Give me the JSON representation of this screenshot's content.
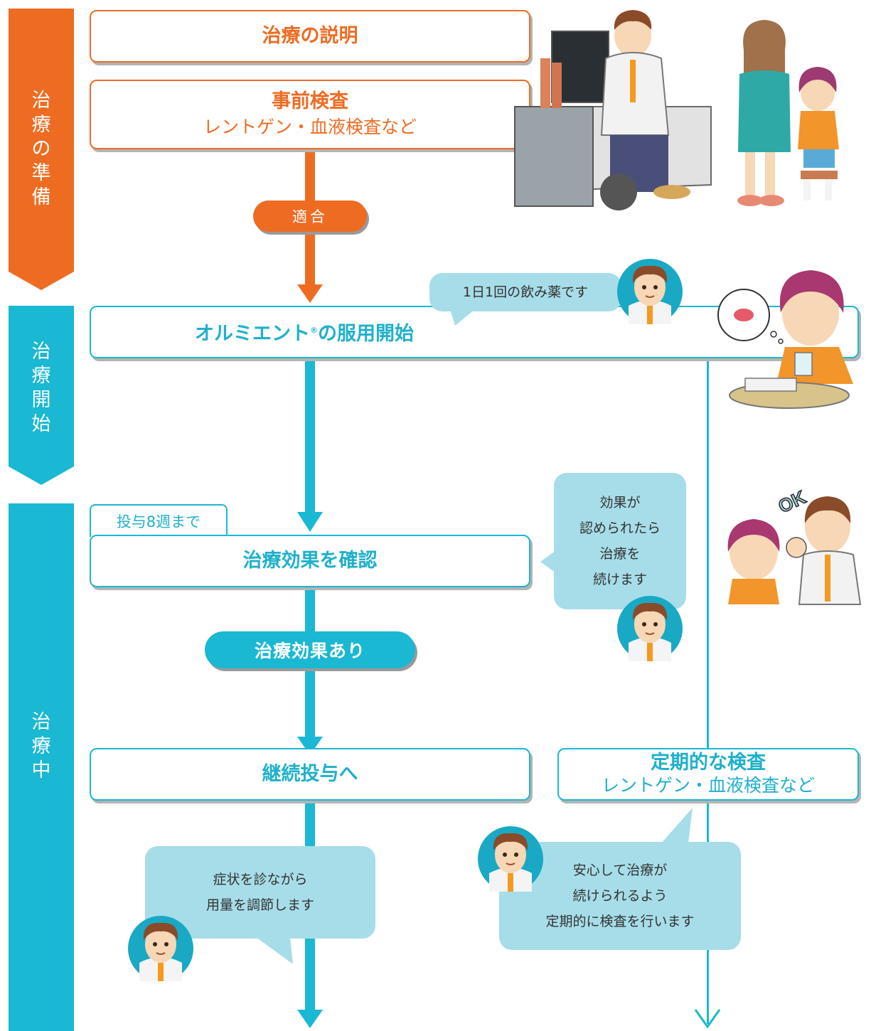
{
  "phases": {
    "prep": [
      "治",
      "療",
      "の",
      "準",
      "備"
    ],
    "start": [
      "治",
      "療",
      "開",
      "始"
    ],
    "during": [
      "治",
      "療",
      "中"
    ]
  },
  "steps": {
    "explanation": "治療の説明",
    "pretest_title": "事前検査",
    "pretest_sub": "レントゲン・血液検査など",
    "eligible": "適合",
    "start_dose_a": "オルミエント",
    "start_dose_mark": "®",
    "start_dose_b": "の服用開始",
    "week_tag": "投与8週まで",
    "check_effect": "治療効果を確認",
    "effective": "治療効果あり",
    "continue": "継続投与へ",
    "regular_title": "定期的な検査",
    "regular_sub": "レントゲン・血液検査など"
  },
  "bubbles": {
    "once_daily": "1日1回の飲み薬です",
    "continue_note": [
      "効果が",
      "認められたら",
      "治療を",
      "続けます"
    ],
    "adjust": [
      "症状を診ながら",
      "用量を調節します"
    ],
    "safety": [
      "安心して治療が",
      "続けられるよう",
      "定期的に検査を行います"
    ]
  },
  "illustration_text": {
    "ok_sign": "OK"
  },
  "colors": {
    "orange": "#ee6c22",
    "blue": "#1ab8d2",
    "bubble": "#a7dde9"
  }
}
